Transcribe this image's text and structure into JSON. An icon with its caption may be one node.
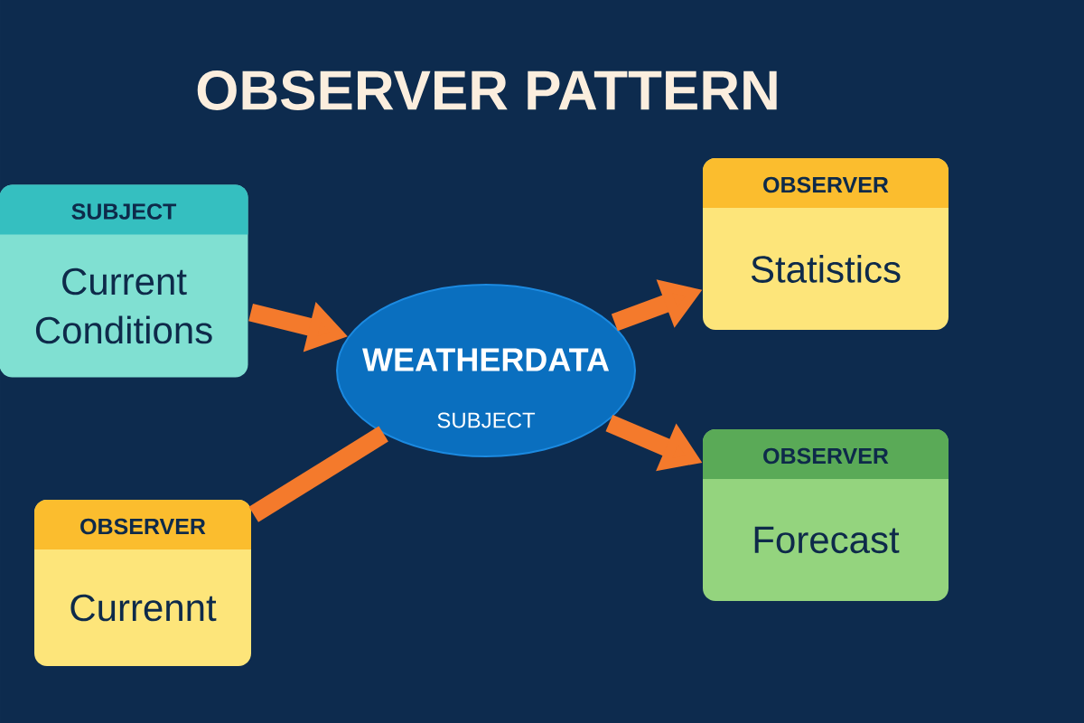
{
  "diagram": {
    "title": "OBSERVER PATTERN",
    "nodes": [
      {
        "text": [
          "SUBJECT",
          "Current Conditions"
        ]
      },
      {
        "text": [
          "WEATHERDATA",
          "SUBJECT"
        ]
      },
      {
        "text": [
          "OBSERVER",
          "Statistics"
        ]
      },
      {
        "text": [
          "OBSERVER",
          "Forecast"
        ]
      },
      {
        "text": [
          "OBSERVER",
          "Currennt"
        ]
      }
    ],
    "edges": [
      {
        "from": 0,
        "to": 1,
        "arrow": "to"
      },
      {
        "from": 1,
        "to": 2,
        "arrow": "to"
      },
      {
        "from": 1,
        "to": 3,
        "arrow": "to"
      },
      {
        "from": 4,
        "to": 1,
        "arrow": "none"
      }
    ]
  }
}
